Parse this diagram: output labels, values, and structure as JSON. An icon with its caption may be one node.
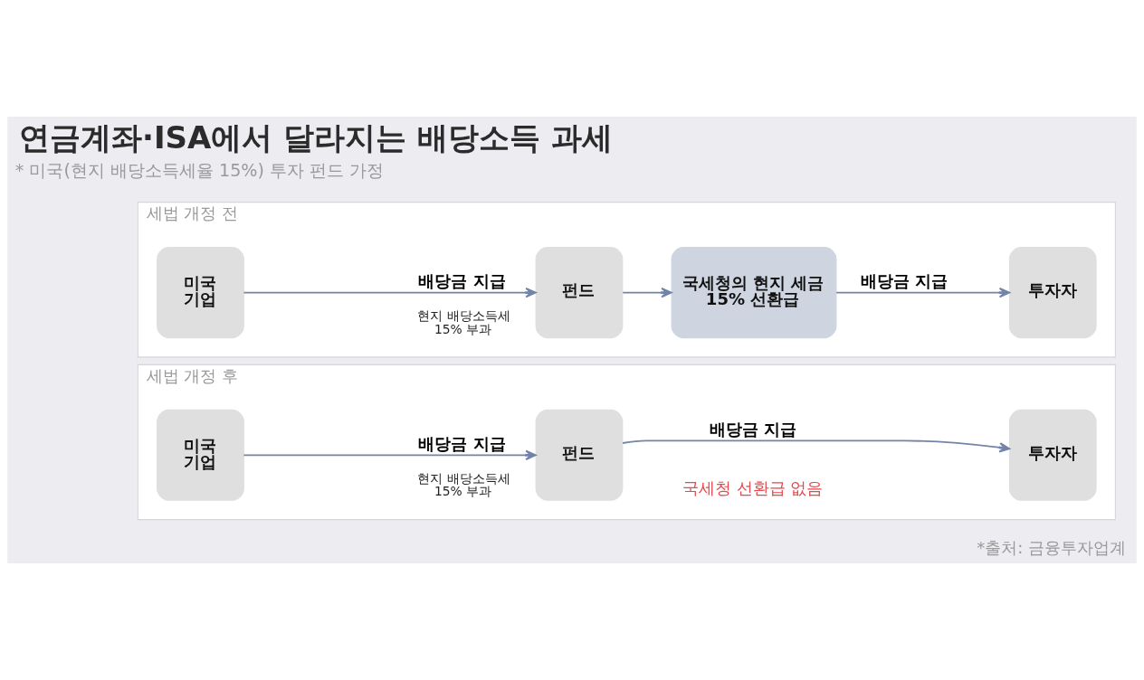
{
  "diagram": {
    "title": "연금계좌·ISA에서 달라지는 배당소득 과세",
    "nodes": [
      {
        "text": [
          "세법 개정 전"
        ]
      },
      {
        "text": [
          "미국 기업"
        ],
        "in": 0
      },
      {
        "text": [
          "펀드"
        ],
        "in": 0
      },
      {
        "text": [
          "국세청의 현지 세금 15% 선환급"
        ],
        "in": 0
      },
      {
        "text": [
          "투자자"
        ],
        "in": 0
      },
      {
        "text": [
          "세법 개정 후"
        ]
      },
      {
        "text": [
          "미국 기업"
        ],
        "in": 5
      },
      {
        "text": [
          "펀드"
        ],
        "in": 5
      },
      {
        "text": [
          "투자자"
        ],
        "in": 5
      }
    ],
    "edges": [
      {
        "from": 1,
        "to": 2,
        "arrow": "to",
        "label": "배당금 지급"
      },
      {
        "from": 2,
        "to": 3,
        "arrow": "to"
      },
      {
        "from": 3,
        "to": 4,
        "arrow": "to",
        "label": "배당금 지급"
      },
      {
        "from": 6,
        "to": 7,
        "arrow": "to",
        "label": "배당금 지급"
      },
      {
        "from": 7,
        "to": 8,
        "arrow": "to",
        "label": "배당금 지급"
      }
    ],
    "labels": [
      "* 미국(현지 배당소득세율 15%) 투자 펀드 가정",
      "현지 배당소득세 15% 부과",
      "현지 배당소득세 15% 부과",
      "국세청 선환급 없음",
      "*출처: 금융투자업계"
    ]
  }
}
